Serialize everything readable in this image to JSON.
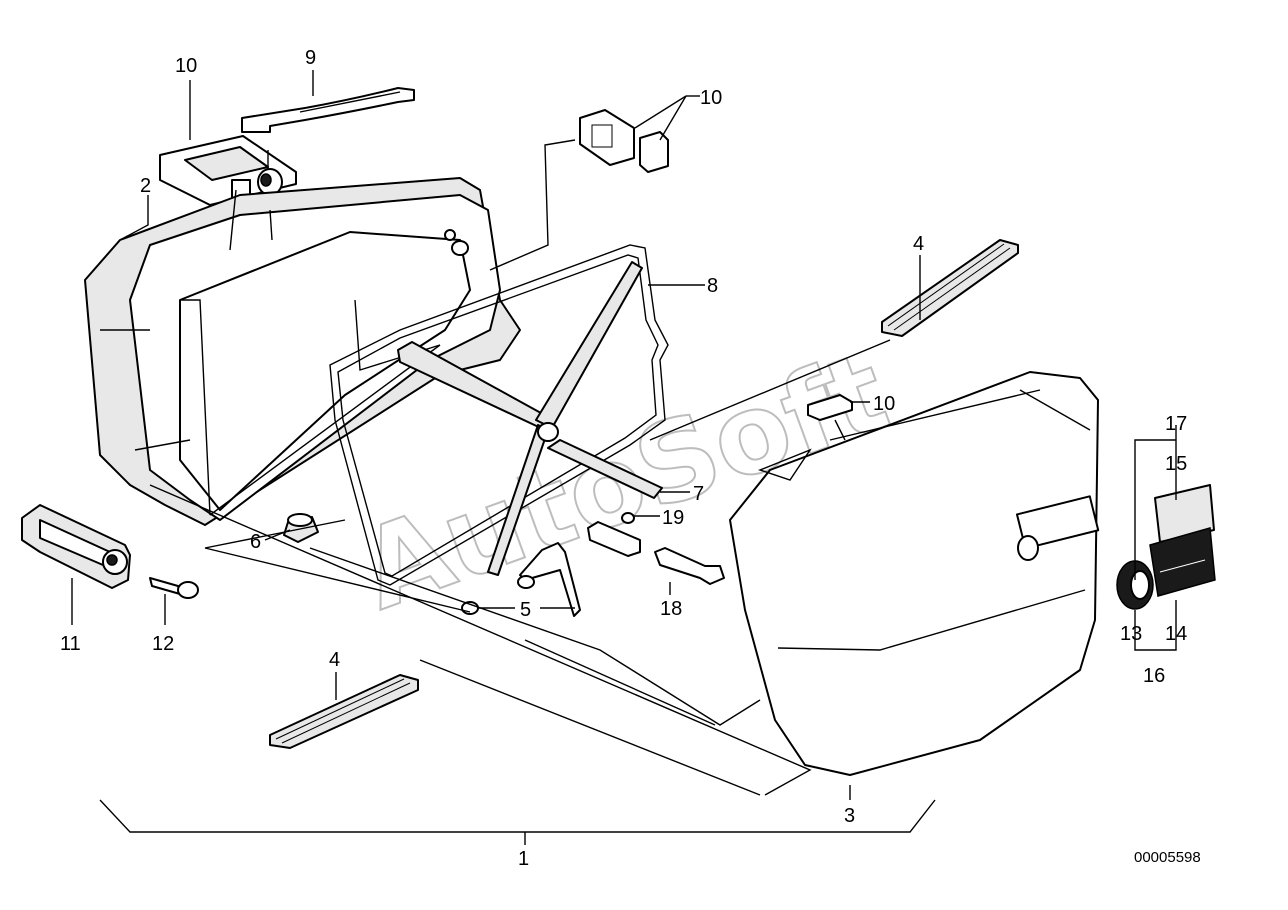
{
  "watermark": "AutoSoft",
  "diagram_code": "00005598",
  "callouts": {
    "c1": "1",
    "c2": "2",
    "c3": "3",
    "c4a": "4",
    "c4b": "4",
    "c5": "5",
    "c6": "6",
    "c7": "7",
    "c8": "8",
    "c9": "9",
    "c10a": "10",
    "c10b": "10",
    "c10c": "10",
    "c11": "11",
    "c12": "12",
    "c13": "13",
    "c14": "14",
    "c15": "15",
    "c16": "16",
    "c17": "17",
    "c18": "18",
    "c19": "19"
  },
  "icons": {
    "case-left": "case-housing-icon",
    "case-lid": "case-lid-icon",
    "gasket": "gasket-frame-icon",
    "strap": "support-strap-icon",
    "rail": "rail-strip-icon",
    "lock": "lock-cylinder-icon",
    "key": "key-icon",
    "emblem": "round-emblem-icon"
  }
}
